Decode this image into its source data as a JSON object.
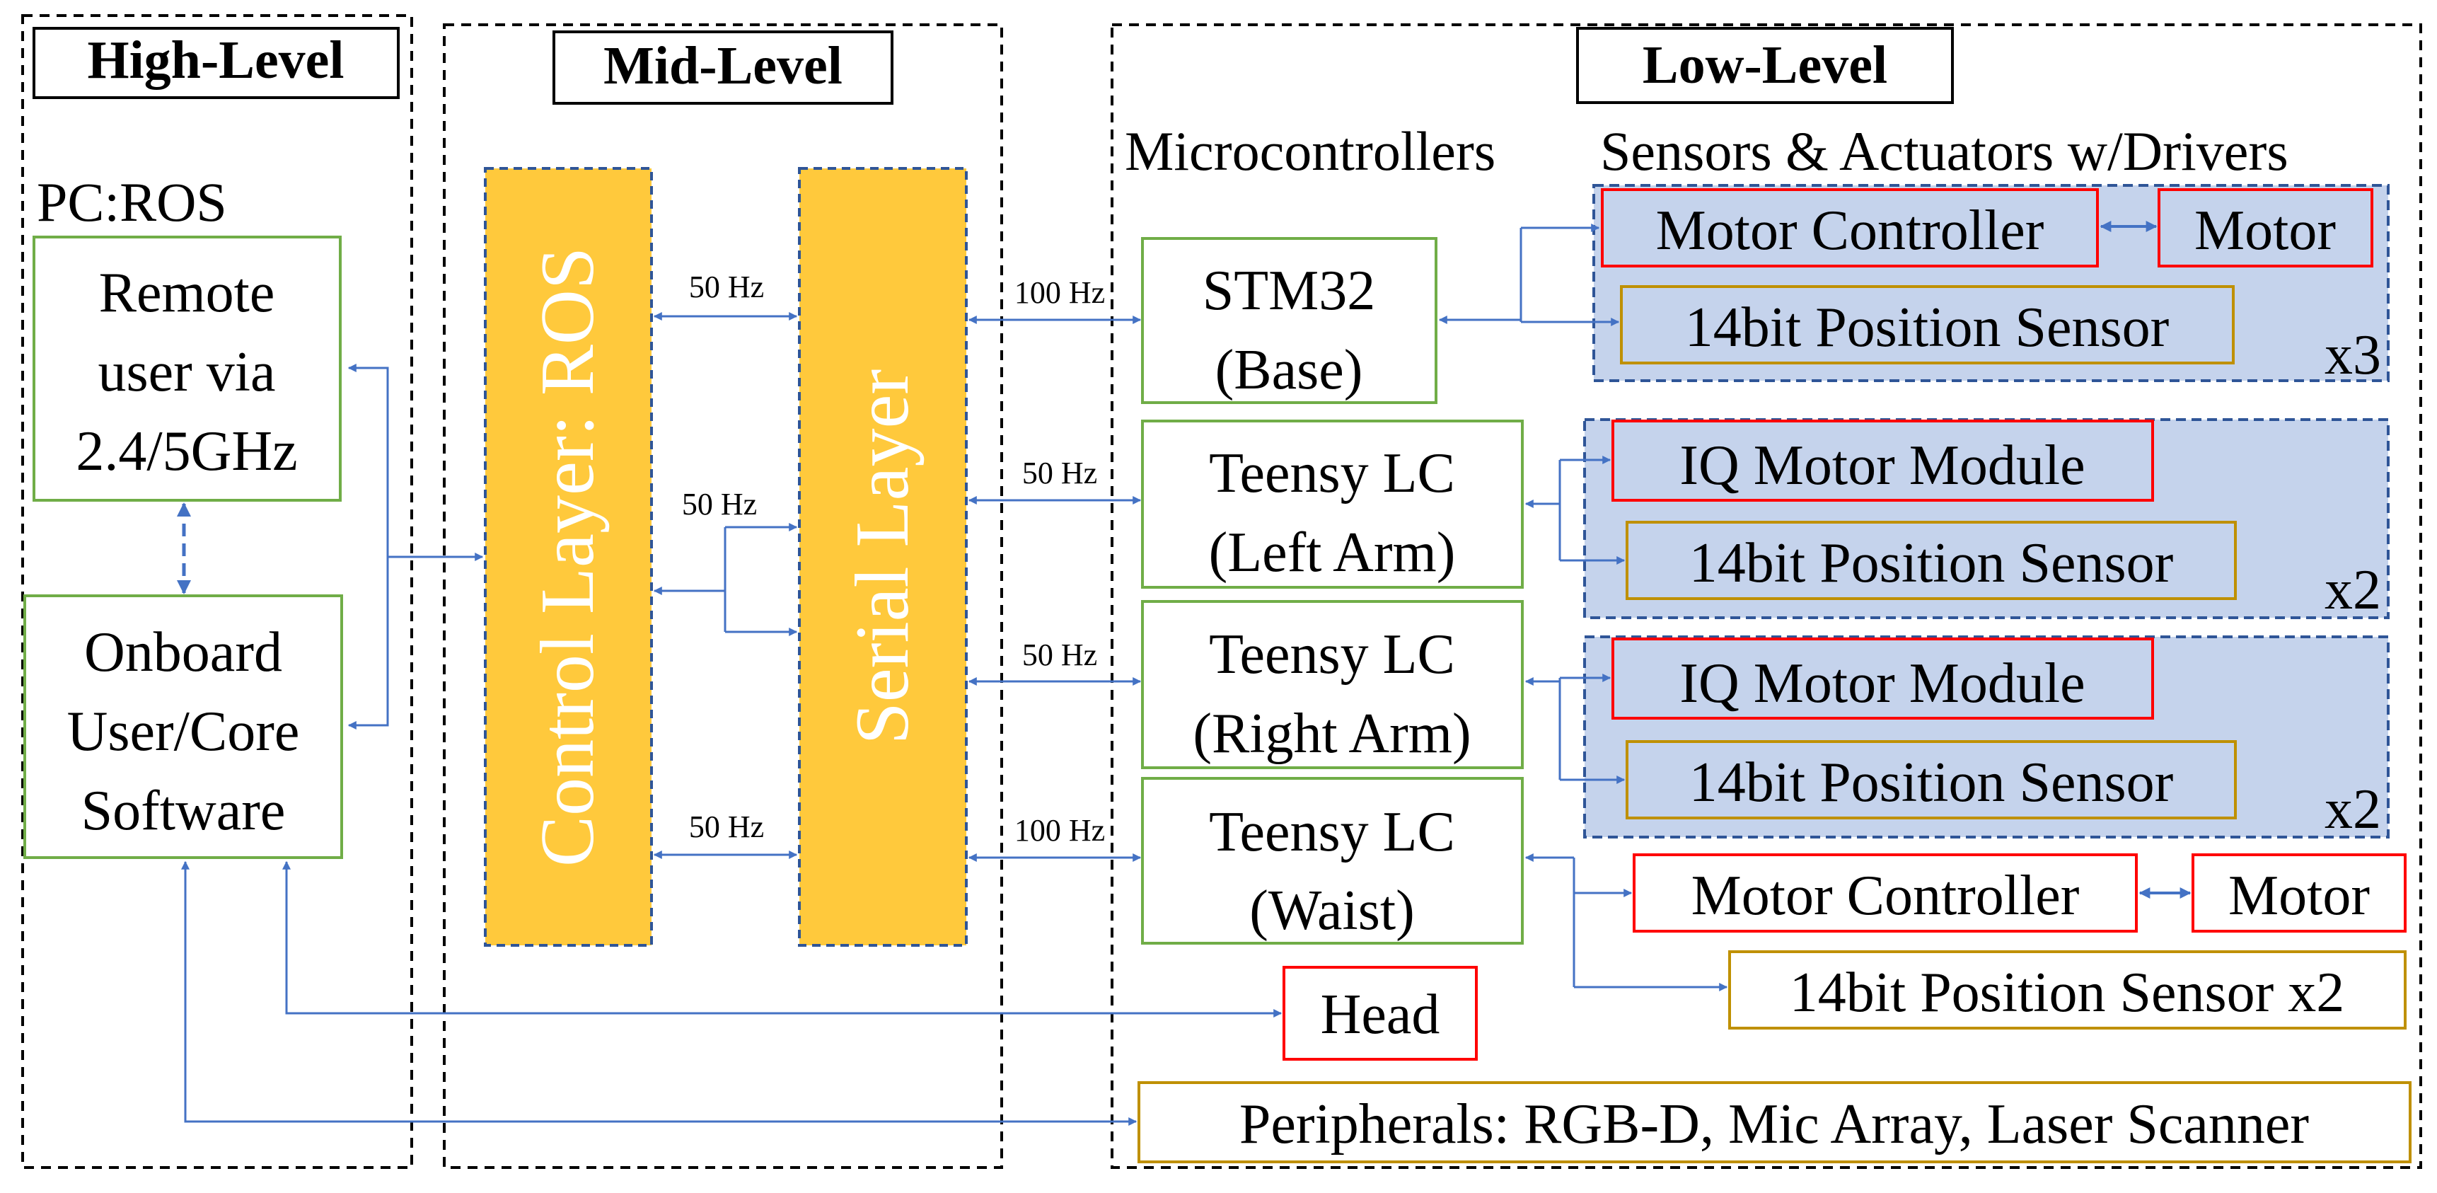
{
  "sections": {
    "high": "High-Level",
    "mid": "Mid-Level",
    "low": "Low-Level"
  },
  "pc_label": "PC:ROS",
  "remote": {
    "line1": "Remote",
    "line2": "user via",
    "line3": "2.4/5GHz"
  },
  "onboard": {
    "line1": "Onboard",
    "line2": "User/Core",
    "line3": "Software"
  },
  "control_layer": "Control Layer: ROS",
  "serial_layer": "Serial Layer",
  "column_headers": {
    "microcontrollers": "Microcontrollers",
    "sensors": "Sensors & Actuators w/Drivers"
  },
  "freq": {
    "cs_top": "50 Hz",
    "cs_mid": "50 Hz",
    "cs_bottom": "50 Hz",
    "base": "100 Hz",
    "left_arm": "50 Hz",
    "right_arm": "50 Hz",
    "waist": "100 Hz"
  },
  "mcu": {
    "base": {
      "line1": "STM32",
      "line2": "(Base)"
    },
    "left_arm": {
      "line1": "Teensy LC",
      "line2": "(Left Arm)"
    },
    "right_arm": {
      "line1": "Teensy LC",
      "line2": "(Right Arm)"
    },
    "waist": {
      "line1": "Teensy LC",
      "line2": "(Waist)"
    }
  },
  "base_group": {
    "motor_controller": "Motor Controller",
    "motor": "Motor",
    "position_sensor": "14bit Position Sensor",
    "multiplier": "x3"
  },
  "left_group": {
    "motor_module": "IQ Motor Module",
    "position_sensor": "14bit Position Sensor",
    "multiplier": "x2"
  },
  "right_group": {
    "motor_module": "IQ Motor Module",
    "position_sensor": "14bit Position Sensor",
    "multiplier": "x2"
  },
  "waist_group": {
    "motor_controller": "Motor Controller",
    "motor": "Motor",
    "position_sensor": "14bit Position Sensor x2"
  },
  "head": "Head",
  "peripherals": "Peripherals: RGB-D, Mic Array, Laser Scanner",
  "colors": {
    "arrow": "#4472c4",
    "green_box": "#70ad47",
    "red_box": "#ff0000",
    "gold_box": "#bf9000",
    "orange_layer": "#ffc93c",
    "group_fill": "#c5d3ec",
    "group_border": "#2f5597"
  }
}
